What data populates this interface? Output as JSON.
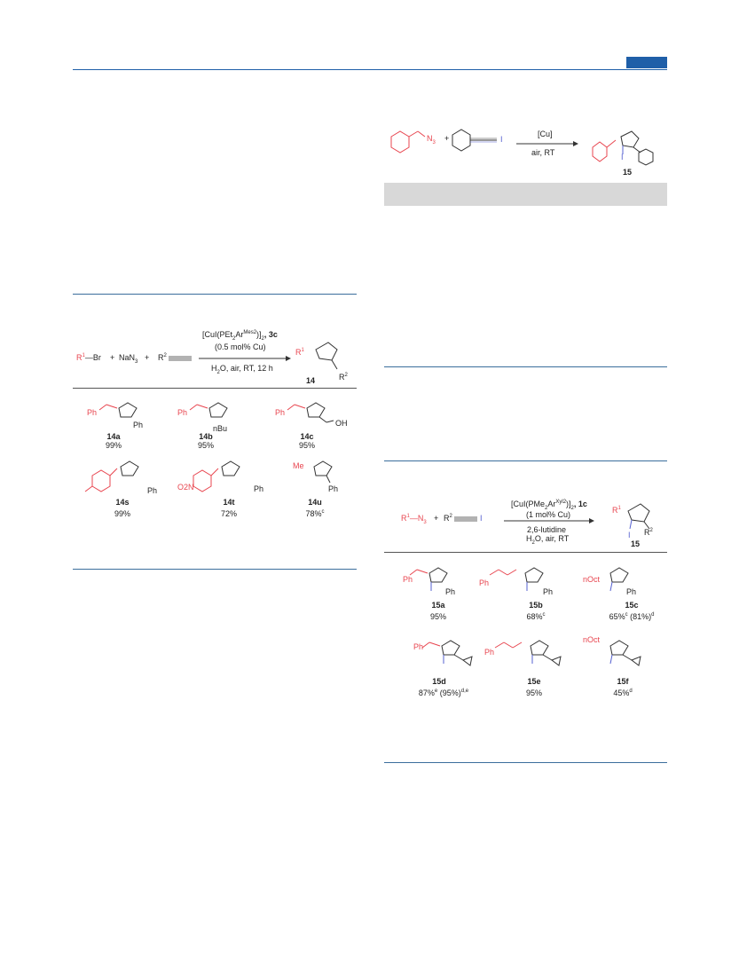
{
  "scheme_top_right": {
    "reagent_label": "[Cu]",
    "conditions": "air, RT",
    "product_number": "15",
    "azide_label": "N",
    "azide_sub": "3",
    "plus": "+",
    "iodo": "I"
  },
  "scheme_14": {
    "r1_label": "R",
    "r1_sup": "1",
    "br": "Br",
    "plus1": "+",
    "nan3": "NaN",
    "nan3_sub": "3",
    "plus2": "+",
    "r2_label": "R",
    "r2_sup": "2",
    "catalyst_prefix": "[CuI(PEt",
    "catalyst_sub": "2",
    "catalyst_ar": "Ar",
    "catalyst_sup": "Mes2",
    "catalyst_suffix": ")]",
    "catalyst_sub2": "2",
    "catalyst_num": ", 3c",
    "loading": "(0.5 mol% Cu)",
    "conditions": "H",
    "conditions_sub": "2",
    "conditions_rest": "O, air, RT, 12 h",
    "product_number": "14",
    "products": [
      {
        "id": "14a",
        "yield": "99%",
        "sub_label": "Ph",
        "r_label": "Ph"
      },
      {
        "id": "14b",
        "yield": "95%",
        "sub_label": "Ph",
        "r_label": "nBu"
      },
      {
        "id": "14c",
        "yield": "95%",
        "sub_label": "Ph",
        "r_label": "OH"
      },
      {
        "id": "14s",
        "yield": "99%",
        "sub_label": "",
        "r_label": "Ph"
      },
      {
        "id": "14t",
        "yield": "72%",
        "sub_label": "O2N",
        "r_label": "Ph"
      },
      {
        "id": "14u",
        "yield": "78%",
        "yield_sup": "c",
        "sub_label": "Me",
        "r_label": "Ph"
      }
    ]
  },
  "scheme_15": {
    "r1_label": "R",
    "r1_sup": "1",
    "n3": "N",
    "n3_sub": "3",
    "plus": "+",
    "r2_label": "R",
    "r2_sup": "2",
    "iodo": "I",
    "catalyst_prefix": "[CuI(PMe",
    "catalyst_sub": "2",
    "catalyst_ar": "Ar",
    "catalyst_sup": "Xyl2",
    "catalyst_suffix": ")]",
    "catalyst_sub2": "2",
    "catalyst_num": ", 1c",
    "loading": "(1 mol% Cu)",
    "base": "2,6-lutidine",
    "conditions": "H",
    "conditions_sub": "2",
    "conditions_rest": "O, air, RT",
    "product_number": "15",
    "products": [
      {
        "id": "15a",
        "yield": "95%",
        "r1": "Ph",
        "r2": "Ph"
      },
      {
        "id": "15b",
        "yield": "68%",
        "yield_sup": "c",
        "r1": "Ph",
        "r2": "Ph"
      },
      {
        "id": "15c",
        "yield": "65%",
        "yield_sup": "c",
        "yield2": " (81%)",
        "yield2_sup": "d",
        "r1": "nOct",
        "r2": "Ph"
      },
      {
        "id": "15d",
        "yield": "87%",
        "yield_sup": "e",
        "yield2": " (95%)",
        "yield2_sup": "d,e",
        "r1": "Ph",
        "r2": ""
      },
      {
        "id": "15e",
        "yield": "95%",
        "r1": "Ph",
        "r2": ""
      },
      {
        "id": "15f",
        "yield": "45%",
        "yield_sup": "d",
        "r1": "nOct",
        "r2": ""
      }
    ]
  },
  "atoms": {
    "n": "N",
    "iodine": "I",
    "ph": "Ph"
  }
}
